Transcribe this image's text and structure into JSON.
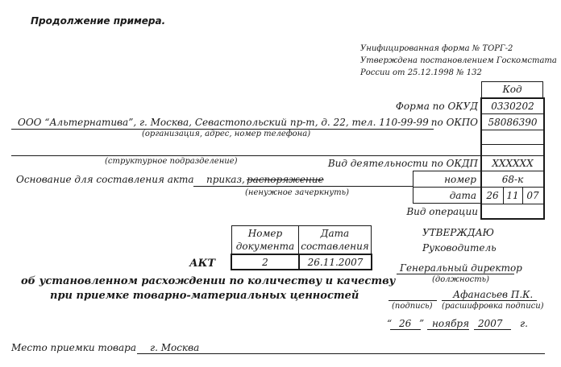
{
  "heading": "Продолжение примера.",
  "form_header": {
    "line1": "Унифицированная форма № ТОРГ-2",
    "line2": "Утверждена постановлением Госкомстата",
    "line3": "России от 25.12.1998 № 132"
  },
  "codes": {
    "header": "Код",
    "okud_label": "Форма по ОКУД",
    "okud_value": "0330202",
    "okpo_label": "по ОКПО",
    "okpo_value": "58086390",
    "okdp_label": "Вид деятельности по ОКДП",
    "okdp_value": "ХХХХХХ",
    "number_label": "номер",
    "number_value": "68-к",
    "date_label": "дата",
    "date_day": "26",
    "date_month": "11",
    "date_year": "07",
    "operation_label": "Вид операции"
  },
  "organization": {
    "value": "ООО “Альтернатива”, г. Москва, Севастопольский пр-т, д. 22, тел. 110-99-99",
    "caption": "(организация, адрес, номер телефона)",
    "subdivision_caption": "(структурное подразделение)"
  },
  "basis": {
    "label": "Основание для составления акта",
    "value_kept": "приказ,",
    "value_struck": "распоряжение",
    "caption": "(ненужное зачеркнуть)"
  },
  "doc_table": {
    "col1_line1": "Номер",
    "col1_line2": "документа",
    "col2_line1": "Дата",
    "col2_line2": "составления",
    "number": "2",
    "date": "26.11.2007"
  },
  "title": {
    "line1": "АКТ",
    "line2": "об установленном расхождении по количеству и качеству",
    "line3": "при приемке товарно-материальных ценностей"
  },
  "approval": {
    "approve": "УТВЕРЖДАЮ",
    "head": "Руководитель",
    "position": "Генеральный директор",
    "position_caption": "(должность)",
    "name": "Афанасьев П.К.",
    "signature_caption": "(подпись)",
    "name_caption": "(расшифровка подписи)",
    "date_open_quote": "“",
    "date_day": "26",
    "date_close_quote": "”",
    "date_month": "ноября",
    "date_year": "2007",
    "date_suffix": "г."
  },
  "place": {
    "label": "Место приемки товара",
    "value": "г. Москва"
  }
}
